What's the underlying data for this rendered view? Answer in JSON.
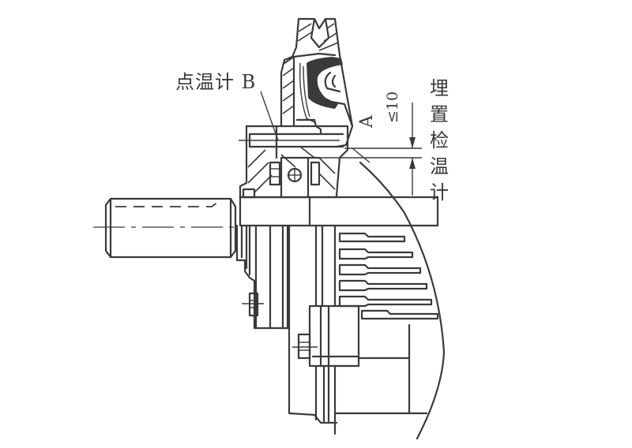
{
  "figure": {
    "type": "mechanical cross-section drawing",
    "subject": "wheel hub / bearing assembly with temperature measurement points",
    "colors": {
      "line": "#3a3a3a",
      "background": "#ffffff"
    }
  },
  "labels": {
    "point_thermometer": "点温计 B",
    "dimension_point": "A",
    "dimension_limit": "≤10",
    "embedded_thermometer": "埋置检温计"
  }
}
